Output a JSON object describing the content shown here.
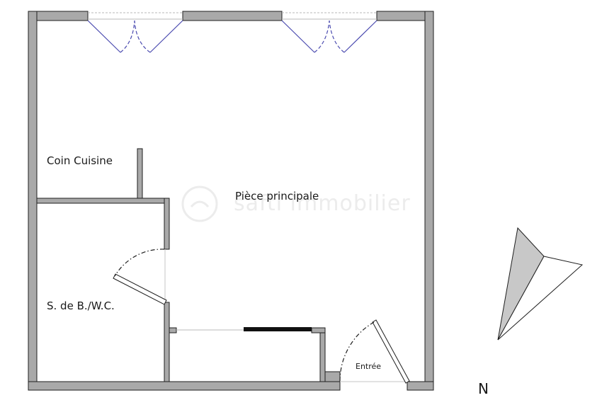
{
  "plan": {
    "rooms": {
      "main": "Pièce principale",
      "kitchen": "Coin Cuisine",
      "bathroom": "S. de B./W.C.",
      "entry": "Entrée"
    },
    "compass_label": "N",
    "watermark": "safti immobilier",
    "colors": {
      "wall_fill": "#a9a9a9",
      "wall_stroke": "#1f1f1f",
      "window": "#4b4bb0",
      "compass_shaded": "#c8c8c8"
    }
  }
}
